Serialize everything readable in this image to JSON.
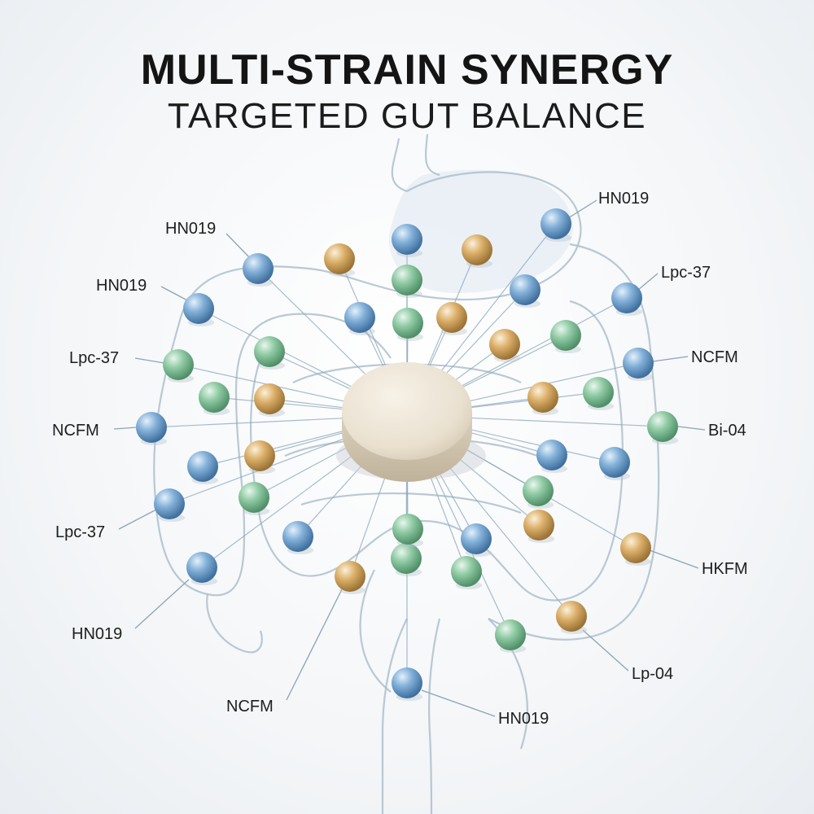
{
  "header": {
    "title": "MULTI-STRAIN SYNERGY",
    "subtitle": "TARGETED GUT BALANCE"
  },
  "colors": {
    "blue": "#6fa0cc",
    "green": "#86c29b",
    "amber": "#d9ac62",
    "tablet": "#ece4d6",
    "line": "#9cb3c6"
  },
  "center": {
    "name": "probiotic-tablet"
  },
  "strain_labels": [
    "HN019",
    "HN019",
    "HN019",
    "Lpc-37",
    "Lpc-37",
    "NCFM",
    "NCFM",
    "Bi-04",
    "Lpc-37",
    "HKFM",
    "HN019",
    "Lp-04",
    "NCFM",
    "HN019"
  ],
  "sphere_colors": [
    "blue",
    "amber",
    "blue",
    "amber",
    "green",
    "blue",
    "blue",
    "blue",
    "blue",
    "blue",
    "green",
    "green",
    "amber",
    "green",
    "green",
    "green",
    "amber",
    "amber",
    "blue",
    "green",
    "blue",
    "amber",
    "blue",
    "green",
    "amber",
    "blue",
    "blue",
    "green",
    "blue",
    "green",
    "amber",
    "blue",
    "amber",
    "green",
    "green",
    "amber",
    "amber",
    "blue",
    "green",
    "blue",
    "blue",
    "green"
  ]
}
